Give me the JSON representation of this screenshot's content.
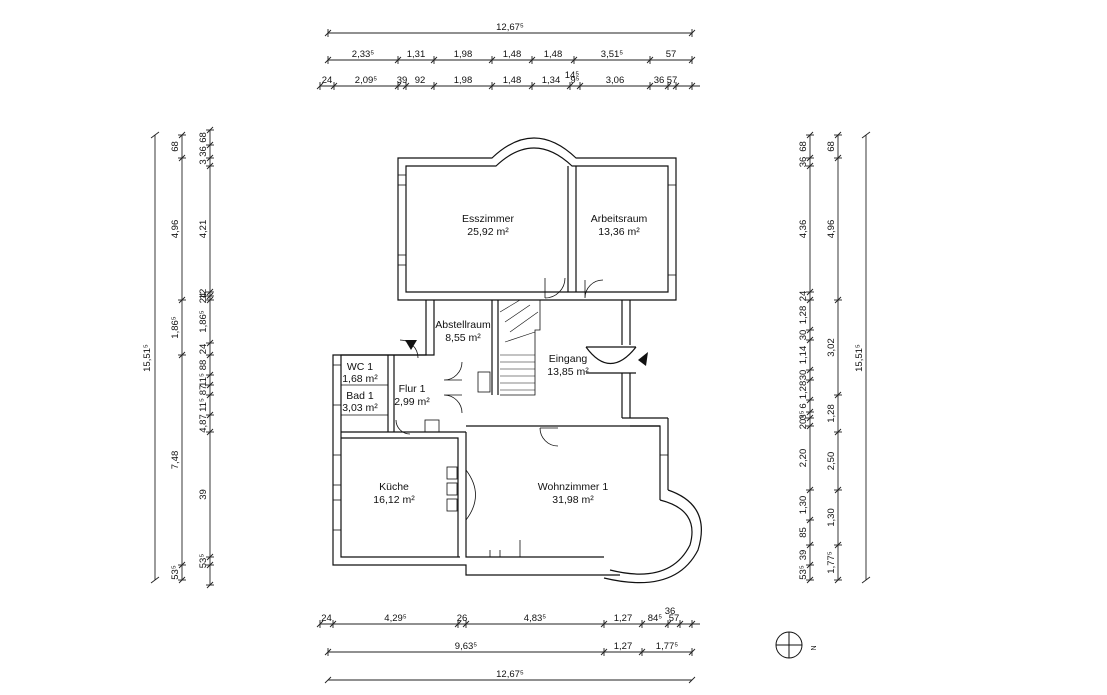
{
  "rooms": [
    {
      "id": "esszimmer",
      "name": "Esszimmer",
      "area": "25,92 m²"
    },
    {
      "id": "arbeitsraum",
      "name": "Arbeitsraum",
      "area": "13,36 m²"
    },
    {
      "id": "abstellraum",
      "name": "Abstellraum",
      "area": "8,55 m²"
    },
    {
      "id": "eingang",
      "name": "Eingang",
      "area": "13,85 m²"
    },
    {
      "id": "wc",
      "name": "WC 1",
      "area": "1,68 m²"
    },
    {
      "id": "flur",
      "name": "Flur 1",
      "area": "2,99 m²"
    },
    {
      "id": "bad",
      "name": "Bad 1",
      "area": "3,03 m²"
    },
    {
      "id": "kueche",
      "name": "Küche",
      "area": "16,12 m²"
    },
    {
      "id": "wohnzimmer",
      "name": "Wohnzimmer 1",
      "area": "31,98 m²"
    }
  ],
  "dims": {
    "top_total": "12,67⁵",
    "top_row2": [
      "2,33⁵",
      "1,31",
      "1,98",
      "1,48",
      "1,48",
      "3,51⁵",
      "57"
    ],
    "top_row3": [
      "24",
      "2,09⁵",
      "39",
      "92",
      "1,98",
      "1,48",
      "1,34",
      "9⁵",
      "3,06",
      "36",
      "57"
    ],
    "top_row3_extra": "14⁵",
    "bottom_row1": [
      "24",
      "4,29⁵",
      "26",
      "4,83⁵",
      "1,27",
      "84⁵",
      "57"
    ],
    "bottom_row1_extra": "36",
    "bottom_row2": [
      "9,63⁵",
      "1,27",
      "1,77⁵"
    ],
    "bottom_total": "12,67⁵",
    "left_total": "15,51⁵",
    "left_col2": [
      "68",
      "4,96",
      "1,86⁵",
      "7,48",
      "53⁵"
    ],
    "left_col3": [
      "68",
      "36",
      "3",
      "4,21",
      "12",
      "24",
      "1,86⁵",
      "24",
      "88",
      "11⁵",
      "87",
      "11⁵",
      "4,87",
      "39",
      "53⁵"
    ],
    "right_col1": [
      "68",
      "36",
      "4,36",
      "24",
      "1,28",
      "30",
      "1,14",
      "30",
      "1,28",
      "6",
      "3⁵",
      "20⁵",
      "2,20",
      "1,30",
      "85",
      "39",
      "53⁵"
    ],
    "right_col2": [
      "68",
      "4,96",
      "3,02",
      "1,28",
      "2,50",
      "1,30",
      "1,77⁵"
    ],
    "right_total": "15,51⁵"
  },
  "compass_label": "N"
}
